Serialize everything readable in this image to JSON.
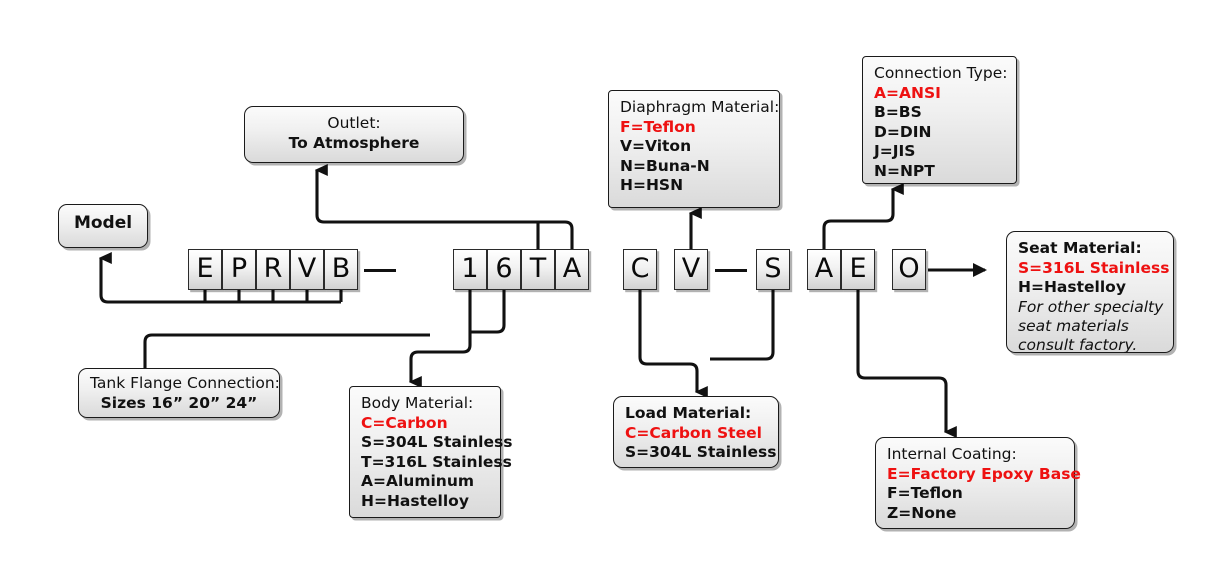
{
  "diagram": {
    "title": "Model number configuration diagram",
    "accent_color": "#ee1111",
    "model_code": {
      "segments": [
        {
          "chars": [
            "E",
            "P",
            "R",
            "V",
            "B"
          ]
        },
        {
          "chars": [
            "1",
            "6",
            "T",
            "A",
            "C",
            "V"
          ]
        },
        {
          "chars": [
            "S",
            "A",
            "E",
            "O"
          ]
        }
      ]
    },
    "boxes": {
      "model": {
        "title": "Model"
      },
      "outlet": {
        "title": "Outlet:",
        "value": "To Atmosphere"
      },
      "tank_flange": {
        "title": "Tank Flange Connection:",
        "value": "Sizes 16” 20” 24”"
      },
      "body_material": {
        "title": "Body Material:",
        "options": [
          {
            "text": "C=Carbon",
            "highlight": true
          },
          {
            "text": "S=304L Stainless",
            "highlight": false
          },
          {
            "text": "T=316L Stainless",
            "highlight": false
          },
          {
            "text": "A=Aluminum",
            "highlight": false
          },
          {
            "text": "H=Hastelloy",
            "highlight": false
          }
        ]
      },
      "diaphragm_material": {
        "title": "Diaphragm Material:",
        "options": [
          {
            "text": "F=Teflon",
            "highlight": true
          },
          {
            "text": "V=Viton",
            "highlight": false
          },
          {
            "text": "N=Buna-N",
            "highlight": false
          },
          {
            "text": "H=HSN",
            "highlight": false
          }
        ]
      },
      "load_material": {
        "title": "Load Material:",
        "options": [
          {
            "text": "C=Carbon Steel",
            "highlight": true
          },
          {
            "text": "S=304L Stainless",
            "highlight": false
          }
        ]
      },
      "connection_type": {
        "title": "Connection Type:",
        "options": [
          {
            "text": "A=ANSI",
            "highlight": true
          },
          {
            "text": "B=BS",
            "highlight": false
          },
          {
            "text": "D=DIN",
            "highlight": false
          },
          {
            "text": "J=JIS",
            "highlight": false
          },
          {
            "text": "N=NPT",
            "highlight": false
          }
        ]
      },
      "seat_material": {
        "title": "Seat Material:",
        "options": [
          {
            "text": "S=316L Stainless",
            "highlight": true
          },
          {
            "text": "H=Hastelloy",
            "highlight": false
          }
        ],
        "note_lines": [
          "For other specialty",
          "seat materials",
          "consult factory."
        ]
      },
      "internal_coating": {
        "title": "Internal Coating:",
        "options": [
          {
            "text": "E=Factory Epoxy Base",
            "highlight": true
          },
          {
            "text": "F=Teflon",
            "highlight": false
          },
          {
            "text": "Z=None",
            "highlight": false
          }
        ]
      }
    }
  }
}
